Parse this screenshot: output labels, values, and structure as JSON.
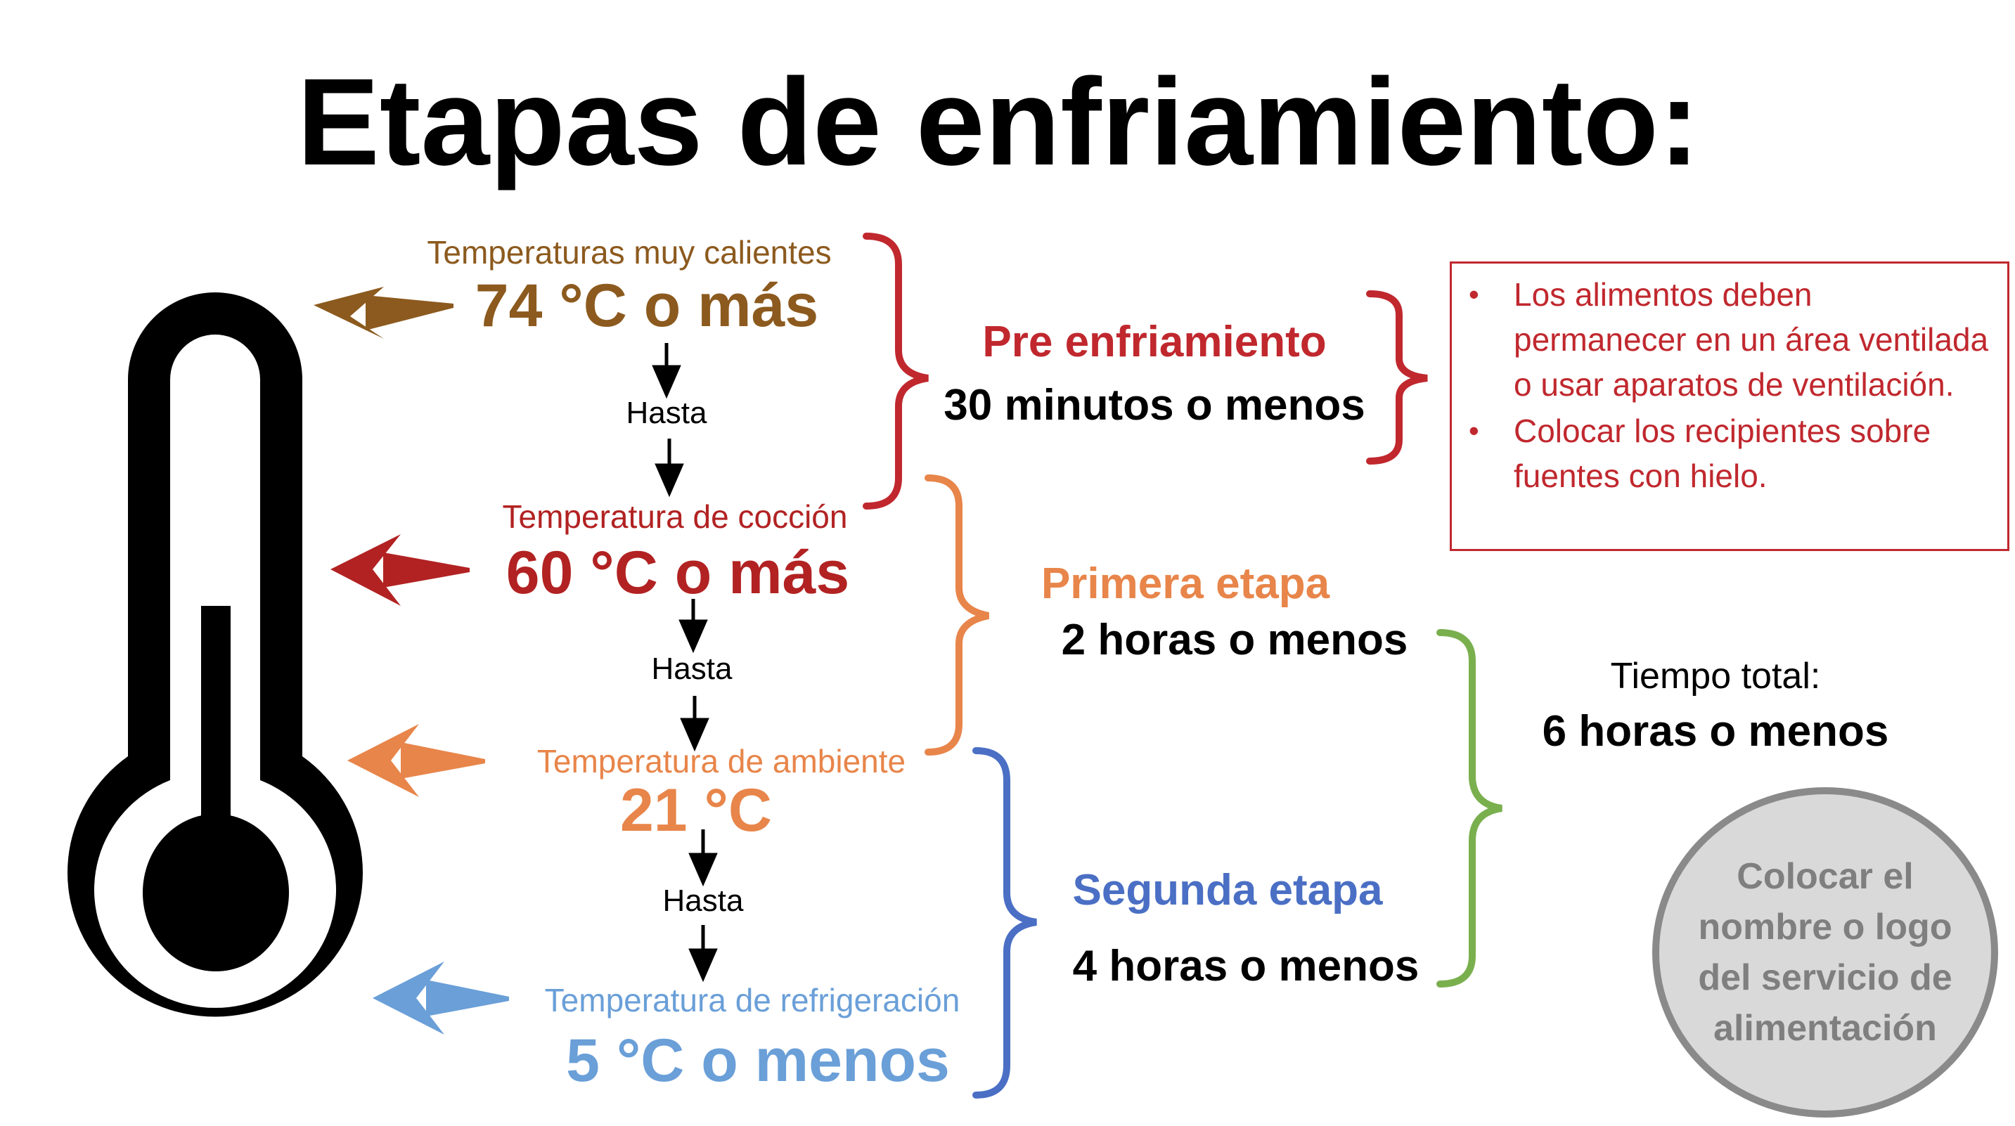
{
  "title": "Etapas de enfriamiento:",
  "colors": {
    "hot": "#8c5a1e",
    "cooking": "#b22222",
    "ambient": "#e8854a",
    "refrigeration": "#6a9fd8",
    "pre_brace": "#c0282e",
    "first_brace": "#e8854a",
    "second_brace": "#4a6fc4",
    "total_brace": "#7aaf4e",
    "thermometer": "#000000"
  },
  "temperatures": [
    {
      "label": "Temperaturas muy calientes",
      "value": "74 °C o más",
      "color": "#8c5a1e"
    },
    {
      "label": "Temperatura de cocción",
      "value": "60 °C o más",
      "color": "#b22222"
    },
    {
      "label": "Temperatura de ambiente",
      "value": "21 °C",
      "color": "#e8854a"
    },
    {
      "label": "Temperatura de refrigeración",
      "value": "5 °C o menos",
      "color": "#6a9fd8"
    }
  ],
  "connector": "Hasta",
  "stages": {
    "pre": {
      "name": "Pre enfriamiento",
      "time": "30 minutos o menos",
      "color": "#c0282e"
    },
    "first": {
      "name": "Primera etapa",
      "time": "2 horas o menos",
      "color": "#e8854a"
    },
    "second": {
      "name": "Segunda etapa",
      "time": "4 horas o menos",
      "color": "#4a6fc4"
    }
  },
  "note": {
    "items": [
      "Los alimentos deben permanecer en un área ventilada o usar aparatos de ventilación.",
      "Colocar los recipientes sobre fuentes con hielo."
    ],
    "bullet": "•",
    "color": "#c0282e"
  },
  "total": {
    "label": "Tiempo total:",
    "value": "6 horas o menos"
  },
  "logo_placeholder": "Colocar el nombre o logo del servicio de alimentación"
}
